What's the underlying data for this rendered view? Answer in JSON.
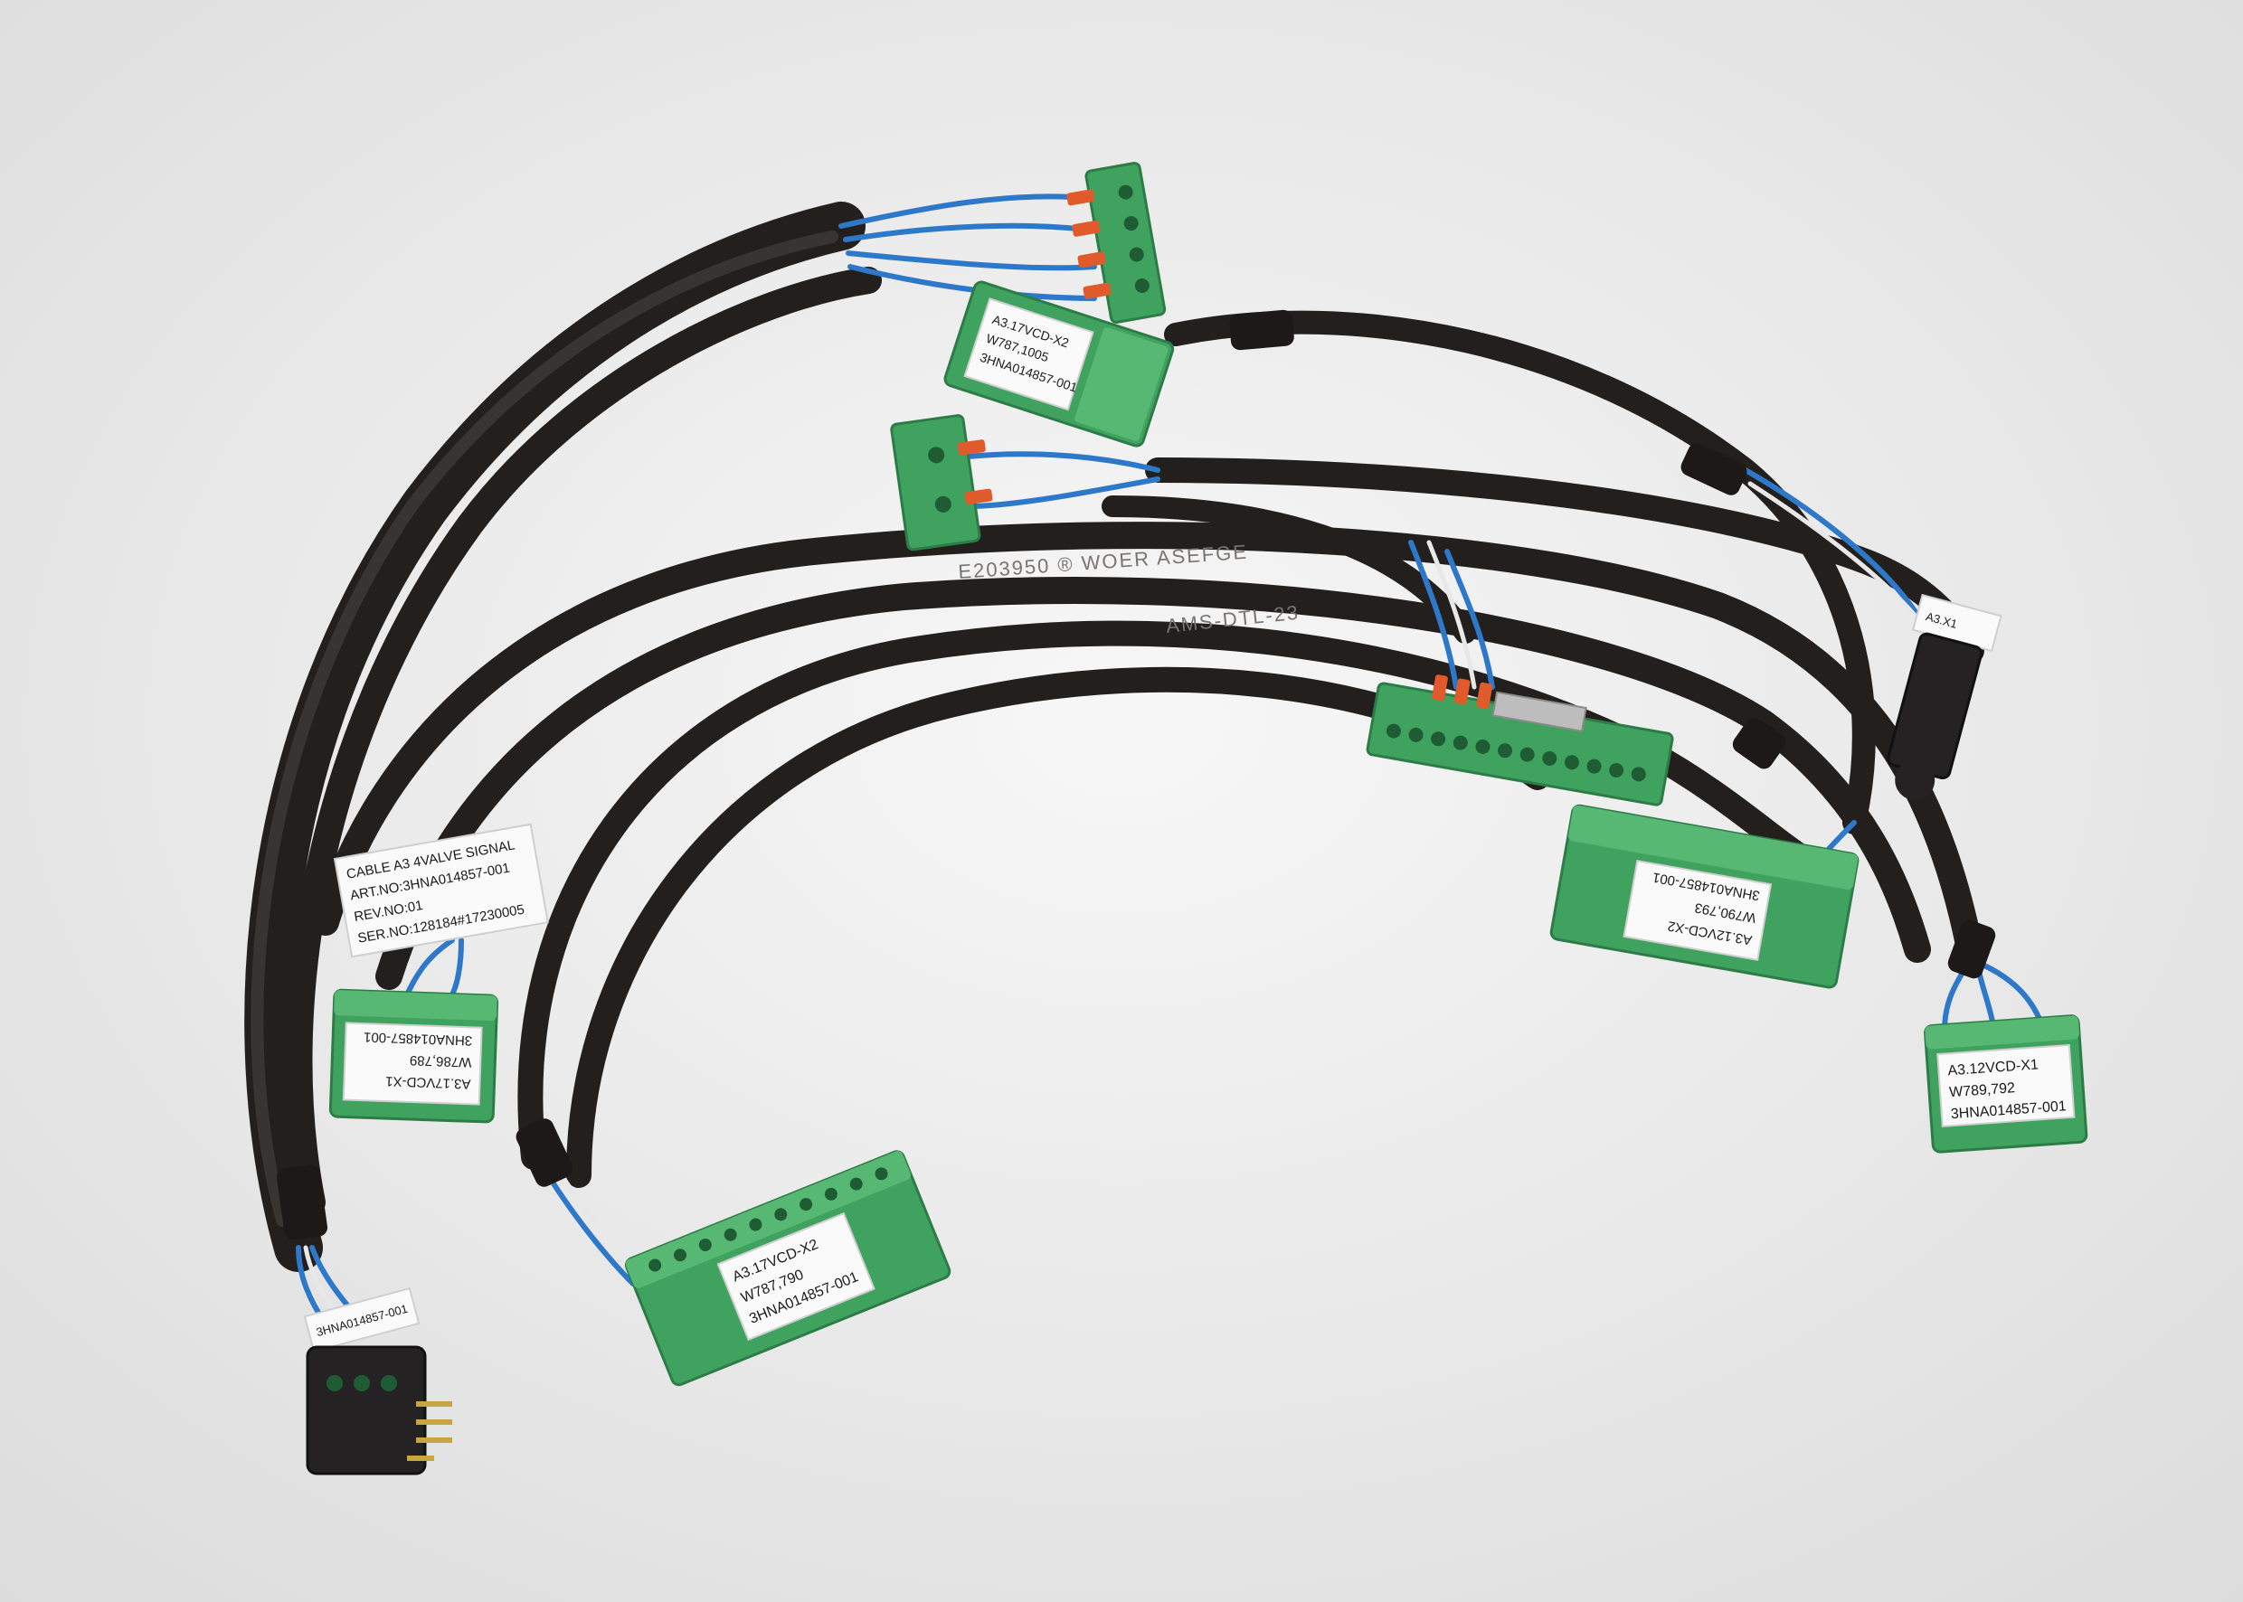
{
  "main_tag": {
    "line1": "CABLE A3 4VALVE SIGNAL",
    "line2": "ART.NO:3HNA014857-001",
    "line3": "REV.NO:01",
    "line4": "SER.NO:128184#17230005"
  },
  "connectors": [
    {
      "id": "a3-17vcd-x1",
      "line1": "A3.17VCD-X1",
      "line2": "W786,789",
      "line3": "3HNA014857-001"
    },
    {
      "id": "a3-17vcd-x2",
      "line1": "A3.17VCD-X2",
      "line2": "W787,790",
      "line3": "3HNA014857-001"
    },
    {
      "id": "a3-12vcd-x1",
      "line1": "A3.12VCD-X1",
      "line2": "W789,792",
      "line3": "3HNA014857-001"
    },
    {
      "id": "a3-12vcd-x2",
      "line1": "A3.12VCD-X2",
      "line2": "W790,793",
      "line3": "3HNA014857-001"
    },
    {
      "id": "a3-17vcd-x2-top",
      "line1": "A3.17VCD-X2",
      "line2": "W787,1005",
      "line3": "3HNA014857-001"
    }
  ],
  "plug_tags": {
    "circular_plug": "3HNA014857-001",
    "black_plug": "A3.X1"
  },
  "cable_print": {
    "print1": "E203950 ® WOER ASEFGE",
    "print2": "AMS-DTL-23"
  },
  "colors": {
    "background": "#ebebeb",
    "cable_jacket": "#231f1d",
    "wire": "#2e78c9",
    "terminal_green": "#3fa35f",
    "ferrule_orange": "#e05a2b",
    "pin_gold": "#c9a441"
  }
}
